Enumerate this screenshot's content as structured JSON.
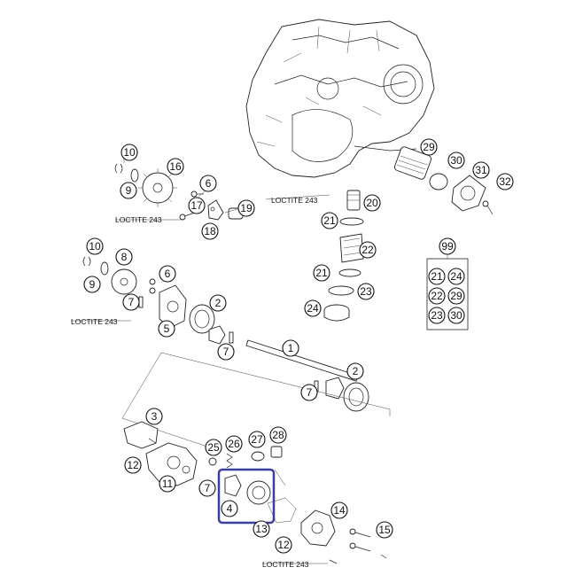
{
  "diagram": {
    "callouts": [
      {
        "id": "c29",
        "text": "29"
      },
      {
        "id": "c30",
        "text": "30"
      },
      {
        "id": "c31",
        "text": "31"
      },
      {
        "id": "c32",
        "text": "32"
      },
      {
        "id": "c20",
        "text": "20"
      },
      {
        "id": "c21a",
        "text": "21"
      },
      {
        "id": "c22",
        "text": "22"
      },
      {
        "id": "c21b",
        "text": "21"
      },
      {
        "id": "c23",
        "text": "23"
      },
      {
        "id": "c24",
        "text": "24"
      },
      {
        "id": "c99",
        "text": "99"
      },
      {
        "id": "c10a",
        "text": "10"
      },
      {
        "id": "c16",
        "text": "16"
      },
      {
        "id": "c9a",
        "text": "9"
      },
      {
        "id": "c6a",
        "text": "6"
      },
      {
        "id": "c17",
        "text": "17"
      },
      {
        "id": "c18",
        "text": "18"
      },
      {
        "id": "c19",
        "text": "19"
      },
      {
        "id": "c10b",
        "text": "10"
      },
      {
        "id": "c8",
        "text": "8"
      },
      {
        "id": "c9b",
        "text": "9"
      },
      {
        "id": "c6b",
        "text": "6"
      },
      {
        "id": "c7a",
        "text": "7"
      },
      {
        "id": "c2a",
        "text": "2"
      },
      {
        "id": "c5",
        "text": "5"
      },
      {
        "id": "c7b",
        "text": "7"
      },
      {
        "id": "c1",
        "text": "1"
      },
      {
        "id": "c7c",
        "text": "7"
      },
      {
        "id": "c2b",
        "text": "2"
      },
      {
        "id": "c3",
        "text": "3"
      },
      {
        "id": "c12a",
        "text": "12"
      },
      {
        "id": "c11",
        "text": "11"
      },
      {
        "id": "c25",
        "text": "25"
      },
      {
        "id": "c26",
        "text": "26"
      },
      {
        "id": "c27",
        "text": "27"
      },
      {
        "id": "c28",
        "text": "28"
      },
      {
        "id": "c7d",
        "text": "7"
      },
      {
        "id": "c4",
        "text": "4"
      },
      {
        "id": "c13",
        "text": "13"
      },
      {
        "id": "c14",
        "text": "14"
      },
      {
        "id": "c15",
        "text": "15"
      },
      {
        "id": "c12b",
        "text": "12"
      }
    ],
    "kit_box": {
      "label": "99",
      "items": [
        "21",
        "24",
        "22",
        "29",
        "23",
        "30"
      ]
    },
    "loctite_labels": [
      {
        "id": "l1",
        "text": "LOCTITE 243"
      },
      {
        "id": "l2",
        "text": "LOCTITE 243"
      },
      {
        "id": "l3",
        "text": "LOCTITE 243"
      },
      {
        "id": "l4",
        "text": "LOCTITE 243"
      }
    ],
    "highlight_color": "#3a3f9e"
  }
}
